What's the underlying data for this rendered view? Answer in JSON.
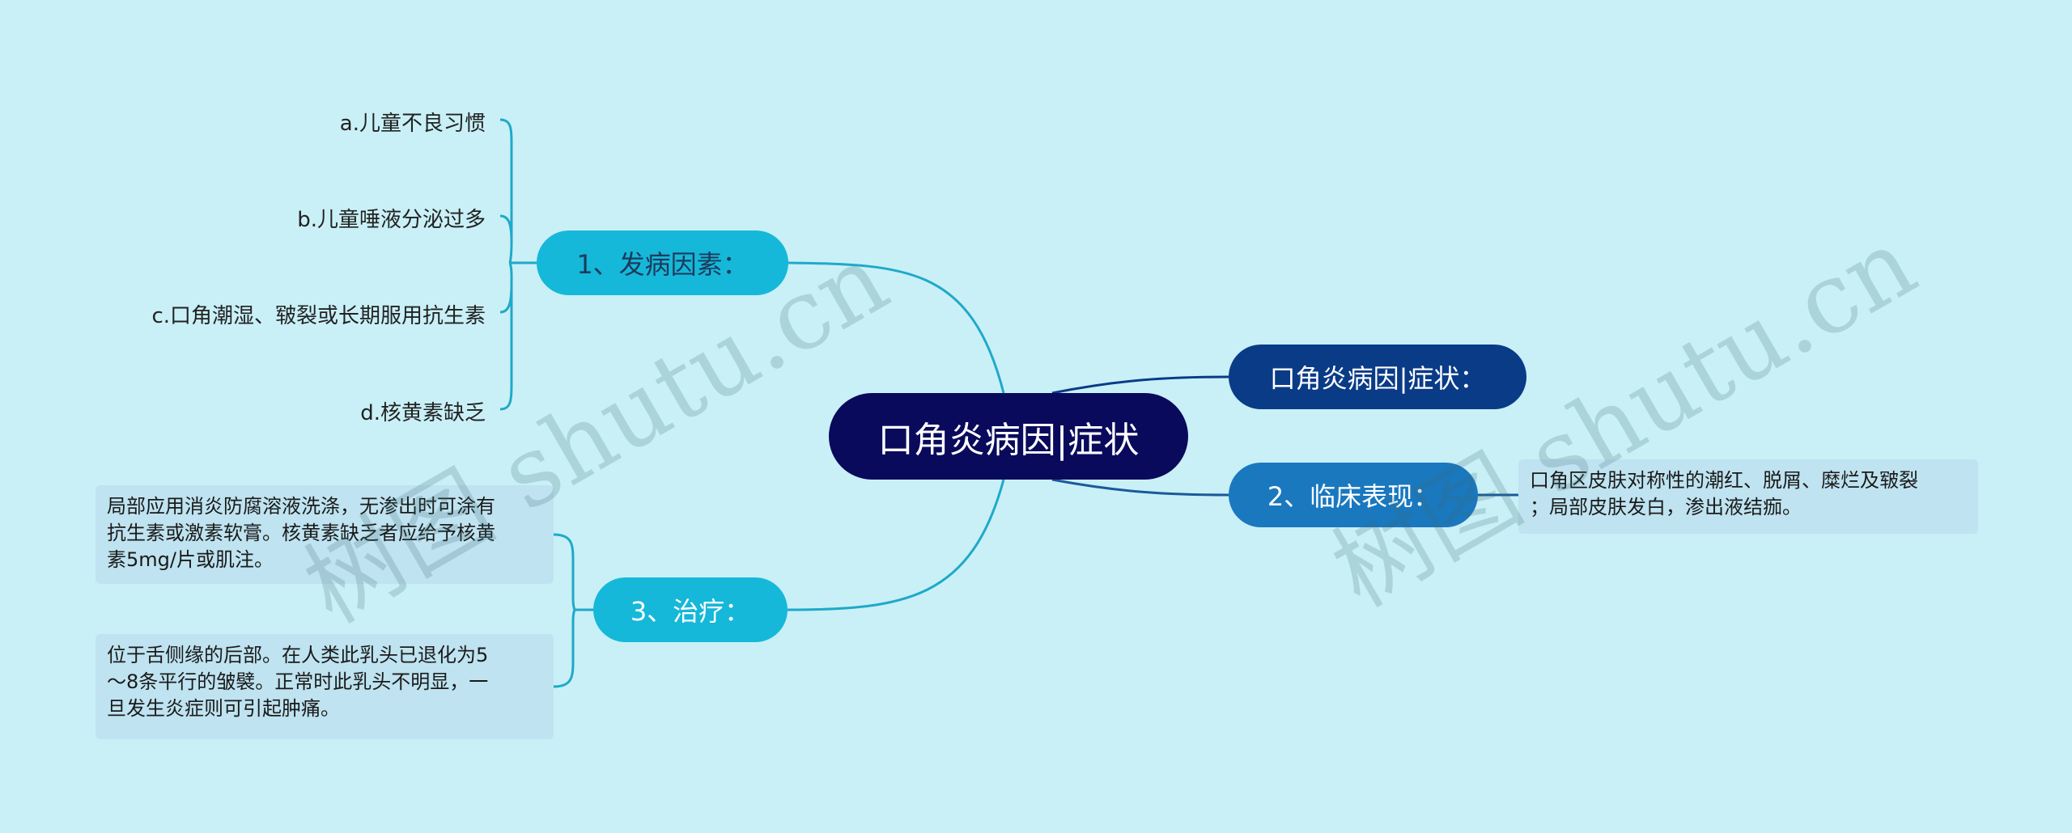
{
  "root": {
    "label": "口角炎病因|症状"
  },
  "branches": {
    "factors": {
      "label": "1、发病因素：",
      "leaves": [
        "a.儿童不良习惯",
        "b.儿童唾液分泌过多",
        "c.口角潮湿、皲裂或长期服用抗生素",
        "d.核黄素缺乏"
      ]
    },
    "treatment": {
      "label": "3、治疗：",
      "cards": [
        {
          "lines": [
            "局部应用消炎防腐溶液洗涤，无渗出时可涂有",
            "抗生素或激素软膏。核黄素缺乏者应给予核黄",
            "素5mg/片或肌注。"
          ]
        },
        {
          "lines": [
            "位于舌侧缘的后部。在人类此乳头已退化为5",
            "～8条平行的皱襞。正常时此乳头不明显，一",
            "旦发生炎症则可引起肿痛。"
          ]
        }
      ]
    },
    "symptoms_title": {
      "label": "口角炎病因|症状："
    },
    "clinical": {
      "label": "2、临床表现：",
      "card": {
        "lines": [
          "口角区皮肤对称性的潮红、脱屑、糜烂及皲裂",
          "；局部皮肤发白，渗出液结痂。"
        ]
      }
    }
  },
  "watermarks": [
    "树图 shutu.cn",
    "树图 shutu.cn"
  ],
  "colors": {
    "background": "#c9f0f7",
    "root": "#0a0a5c",
    "branch_light": "#15b8d9",
    "branch_dark": "#0a3b87",
    "branch_mid": "#1a78bf",
    "link_light": "#1fa9c9",
    "link_dark": "#1a5a9a"
  }
}
